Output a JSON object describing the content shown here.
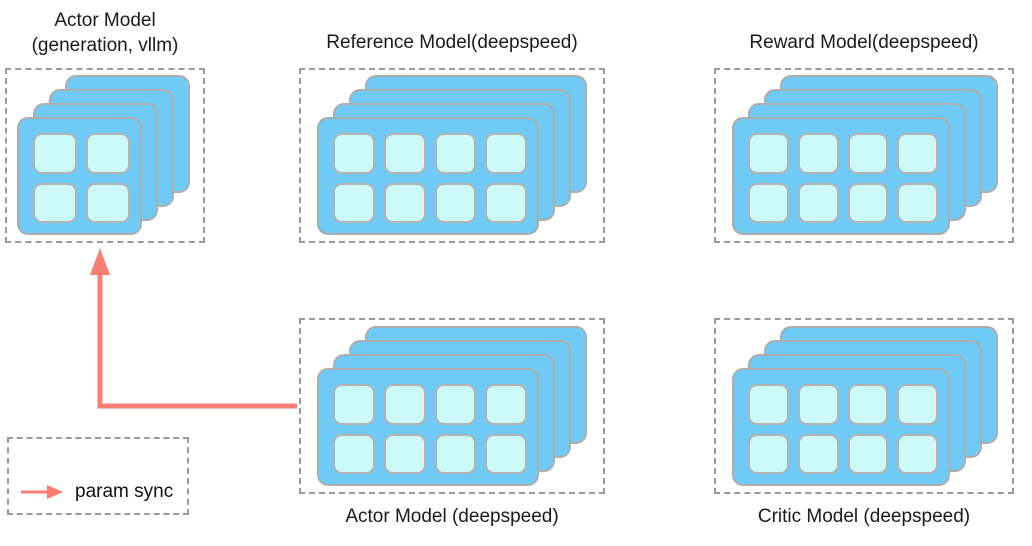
{
  "diagram": {
    "background_color": "#ffffff",
    "card_color": "#6fcbf5",
    "cell_color": "#ccfaf9",
    "card_border_color": "#adadad",
    "dashed_border_color": "#9a9a9a",
    "arrow_color": "#fc7d72",
    "text_color": "#111111"
  },
  "groups": [
    {
      "id": "actor-vllm",
      "title": "Actor Model\n(generation, vllm)",
      "title_lines": [
        "Actor Model",
        "(generation, vllm)"
      ],
      "title_position": "above",
      "card_count": 4,
      "grid_cols": 2,
      "grid_rows": 2,
      "cell_count": 4
    },
    {
      "id": "reference",
      "title": "Reference Model(deepspeed)",
      "title_lines": [
        "Reference Model(deepspeed)"
      ],
      "title_position": "above",
      "card_count": 4,
      "grid_cols": 4,
      "grid_rows": 2,
      "cell_count": 8
    },
    {
      "id": "reward",
      "title": "Reward Model(deepspeed)",
      "title_lines": [
        "Reward Model(deepspeed)"
      ],
      "title_position": "above",
      "card_count": 4,
      "grid_cols": 4,
      "grid_rows": 2,
      "cell_count": 8
    },
    {
      "id": "actor-deepspeed",
      "title": "Actor Model (deepspeed)",
      "title_lines": [
        "Actor Model (deepspeed)"
      ],
      "title_position": "below",
      "card_count": 4,
      "grid_cols": 4,
      "grid_rows": 2,
      "cell_count": 8
    },
    {
      "id": "critic",
      "title": "Critic Model (deepspeed)",
      "title_lines": [
        "Critic Model (deepspeed)"
      ],
      "title_position": "below",
      "card_count": 4,
      "grid_cols": 4,
      "grid_rows": 2,
      "cell_count": 8
    }
  ],
  "connector": {
    "name": "param-sync-arrow",
    "from": "actor-deepspeed",
    "to": "actor-vllm",
    "color": "#fc7d72",
    "style": "elbow-up-left",
    "arrowhead": "up"
  },
  "legend": {
    "items": [
      {
        "label": "param sync",
        "color": "#fc7d72",
        "marker": "arrow-right"
      }
    ]
  }
}
